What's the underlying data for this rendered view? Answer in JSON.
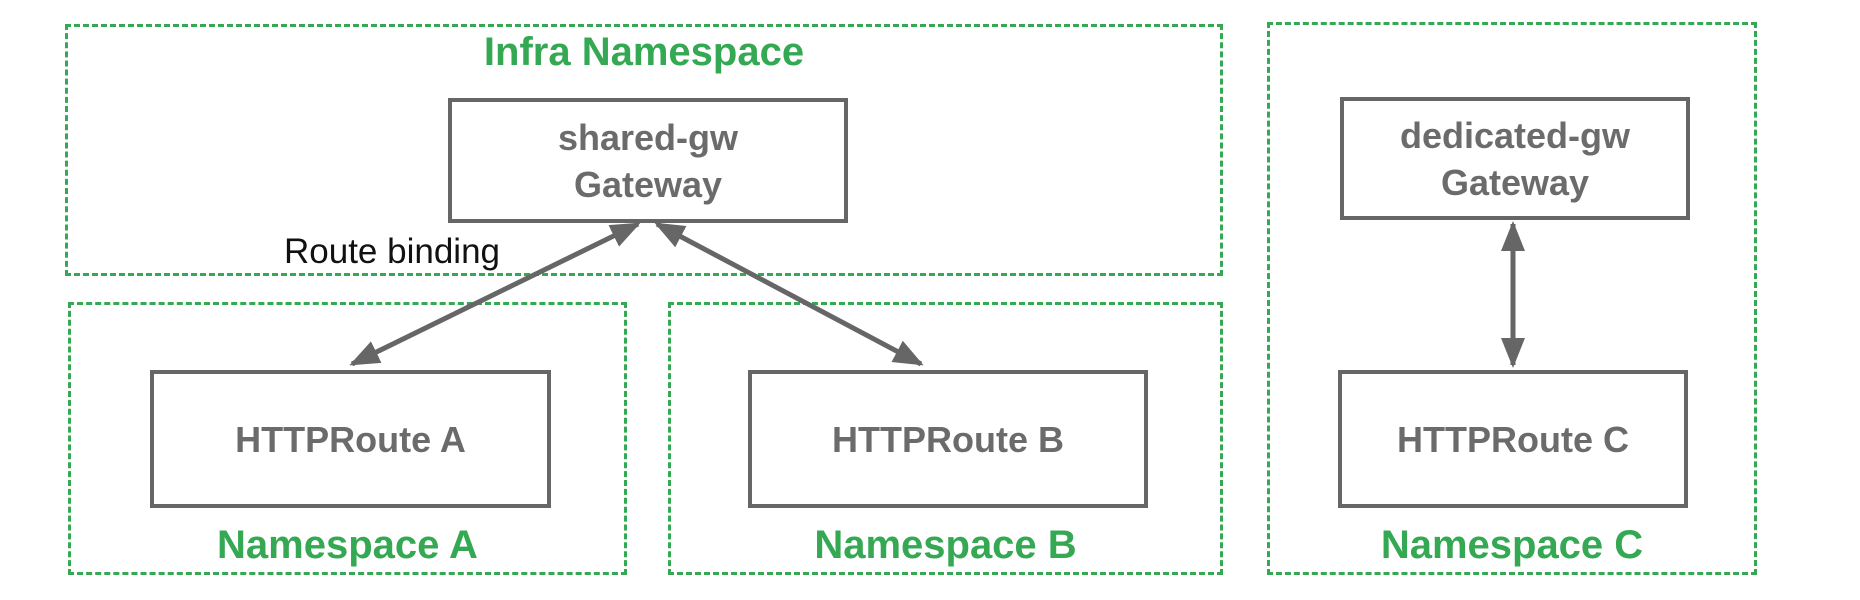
{
  "namespaces": {
    "infra": {
      "label": "Infra Namespace"
    },
    "a": {
      "label": "Namespace A"
    },
    "b": {
      "label": "Namespace B"
    },
    "c": {
      "label": "Namespace C"
    }
  },
  "nodes": {
    "shared_gw": {
      "name": "shared-gw",
      "kind": "Gateway"
    },
    "dedicated_gw": {
      "name": "dedicated-gw",
      "kind": "Gateway"
    },
    "route_a": {
      "label": "HTTPRoute A"
    },
    "route_b": {
      "label": "HTTPRoute B"
    },
    "route_c": {
      "label": "HTTPRoute C"
    }
  },
  "annotations": {
    "route_binding": "Route binding"
  },
  "edges": [
    {
      "from": "HTTPRoute A",
      "to": "shared-gw Gateway",
      "style": "double-arrow",
      "label": "Route binding"
    },
    {
      "from": "HTTPRoute B",
      "to": "shared-gw Gateway",
      "style": "double-arrow",
      "label": "Route binding"
    },
    {
      "from": "HTTPRoute C",
      "to": "dedicated-gw Gateway",
      "style": "double-arrow",
      "label": "Route binding"
    }
  ],
  "colors": {
    "namespace_green": "#34a853",
    "node_border_gray": "#666666",
    "node_text_gray": "#6b6b6b",
    "annotation_black": "#111111",
    "background": "#ffffff"
  }
}
